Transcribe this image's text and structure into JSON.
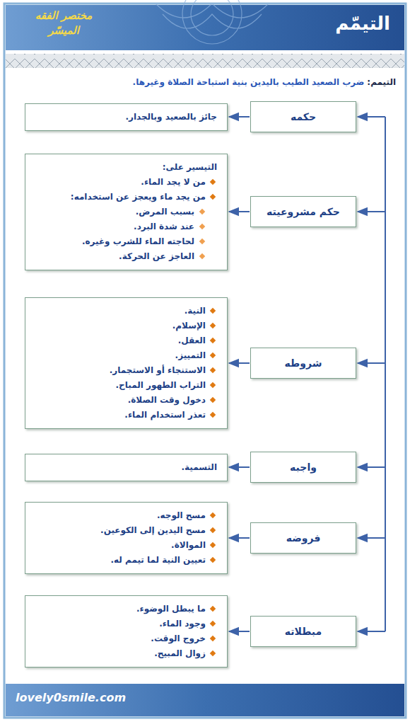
{
  "diagram": {
    "title": "التيمّم",
    "nodes": [
      {
        "text": [
          "حكمه"
        ]
      },
      {
        "text": [
          "جائز بالصعيد وبالجدار."
        ]
      },
      {
        "text": [
          "حكم مشروعيته"
        ]
      },
      {
        "text": [
          "التيسير على:",
          "من لا يجد الماء.",
          "من يجد ماء ويعجز عن استخدامه:",
          "بسبب المرض.",
          "عند شدة البرد.",
          "لحاجته الماء للشرب وغيره.",
          "العاجز عن الحركة."
        ]
      },
      {
        "text": [
          "شروطه"
        ]
      },
      {
        "text": [
          "النية.",
          "الإسلام.",
          "العقل.",
          "التمييز.",
          "الاستنجاء أو الاستجمار.",
          "التراب الطهور المباح.",
          "دخول وقت الصلاة.",
          "تعذر استخدام الماء."
        ]
      },
      {
        "text": [
          "واجبه"
        ]
      },
      {
        "text": [
          "التسمية."
        ]
      },
      {
        "text": [
          "فروضه"
        ]
      },
      {
        "text": [
          "مسح الوجه.",
          "مسح اليدين إلى الكوعين.",
          "الموالاة.",
          "تعيين النية لما تيمم له."
        ]
      },
      {
        "text": [
          "مبطلاته"
        ]
      },
      {
        "text": [
          "ما يبطل الوضوء.",
          "وجود الماء.",
          "خروج الوقت.",
          "زوال المبيح."
        ]
      }
    ],
    "edges": [
      {
        "from": 0,
        "to": 1,
        "arrow": "to"
      },
      {
        "from": 2,
        "to": 3,
        "arrow": "to"
      },
      {
        "from": 4,
        "to": 5,
        "arrow": "to"
      },
      {
        "from": 6,
        "to": 7,
        "arrow": "to"
      },
      {
        "from": 8,
        "to": 9,
        "arrow": "to"
      },
      {
        "from": 10,
        "to": 11,
        "arrow": "to"
      }
    ],
    "labels": [
      "مختصر الفقه الميسّر",
      "التيمم:",
      "ضرب الصعيد الطيب باليدين بنية استباحة الصلاة وغيرها.",
      "lovely0smile.com"
    ]
  }
}
